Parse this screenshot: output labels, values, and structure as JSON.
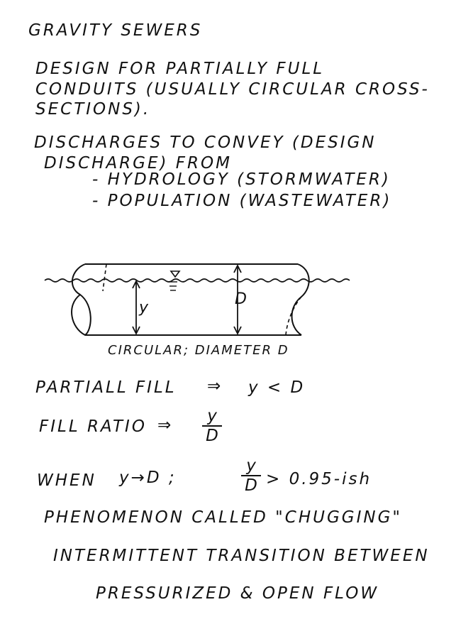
{
  "title": "GRAVITY SEWERS",
  "design": {
    "line1": "DESIGN FOR PARTIALLY FULL",
    "line2": "CONDUITS (USUALLY CIRCULAR CROSS-",
    "line3": "SECTIONS)."
  },
  "discharges": {
    "line1": "DISCHARGES TO CONVEY (DESIGN",
    "line2": "DISCHARGE) FROM",
    "item1": "- HYDROLOGY (STORMWATER)",
    "item2": "- POPULATION (WASTEWATER)"
  },
  "figure": {
    "label_y": "y",
    "label_D": "D",
    "caption": "CIRCULAR; DIAMETER D"
  },
  "partial": {
    "label": "PARTIALL FILL",
    "arrow": "⇒",
    "relation": "y < D"
  },
  "fill_ratio": {
    "label": "FILL RATIO",
    "arrow": "⇒",
    "num": "y",
    "den": "D"
  },
  "when": {
    "label": "WHEN",
    "relation": "y→D ;",
    "num": "y",
    "den": "D",
    "tail": "> 0.95-ish"
  },
  "chugging": {
    "line1": "PHENOMENON CALLED \"CHUGGING\"",
    "line2": "INTERMITTENT TRANSITION BETWEEN",
    "line3": "PRESSURIZED & OPEN FLOW"
  }
}
